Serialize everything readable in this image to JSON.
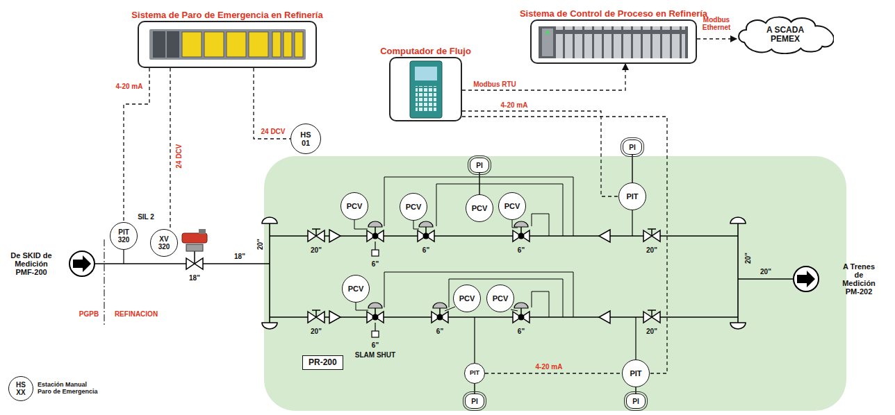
{
  "diagram": {
    "nodes": [
      {
        "text": [
          "Sistema de Paro de Emergencia en Refinería"
        ]
      },
      {
        "text": [
          "Sistema de Control de Proceso en Refinería"
        ]
      },
      {
        "text": [
          "Computador de Flujo"
        ]
      },
      {
        "text": [
          "A SCADA PEMEX"
        ]
      },
      {
        "text": [
          "HS 01"
        ]
      },
      {
        "text": [
          "PIT 320"
        ]
      },
      {
        "text": [
          "XV 320"
        ]
      },
      {
        "text": [
          "PR-200"
        ]
      },
      {
        "text": [
          "PCV"
        ],
        "in": 7
      },
      {
        "text": [
          "PCV"
        ],
        "in": 7
      },
      {
        "text": [
          "PCV"
        ],
        "in": 7
      },
      {
        "text": [
          "PCV"
        ],
        "in": 7
      },
      {
        "text": [
          "PI"
        ],
        "in": 7
      },
      {
        "text": [
          "PI"
        ]
      },
      {
        "text": [
          "PIT"
        ],
        "in": 7
      },
      {
        "text": [
          "PCV"
        ],
        "in": 7
      },
      {
        "text": [
          "PCV"
        ],
        "in": 7
      },
      {
        "text": [
          "PCV"
        ],
        "in": 7
      },
      {
        "text": [
          "PIT"
        ],
        "in": 7
      },
      {
        "text": [
          "PI"
        ],
        "in": 7
      },
      {
        "text": [
          "PIT"
        ],
        "in": 7
      },
      {
        "text": [
          "PI"
        ],
        "in": 7
      },
      {
        "text": [
          "HS XX"
        ]
      }
    ],
    "edges": [
      {
        "from": 0,
        "to": 5,
        "arrow": "none",
        "label": "4-20 mA"
      },
      {
        "from": 0,
        "to": 6,
        "arrow": "none",
        "label": "24 DCV"
      },
      {
        "from": 0,
        "to": 4,
        "arrow": "none",
        "label": "24 DCV"
      },
      {
        "from": 2,
        "to": 1,
        "arrow": "to",
        "label": "Modbus RTU"
      },
      {
        "from": 1,
        "to": 3,
        "arrow": "to",
        "label": "Modbus Ethernet"
      },
      {
        "from": 2,
        "to": 14,
        "arrow": "none",
        "label": "4-20 mA"
      },
      {
        "from": 2,
        "to": 20,
        "arrow": "none"
      },
      {
        "from": 18,
        "to": 20,
        "arrow": "none",
        "label": "4-20 mA"
      },
      {
        "from": 14,
        "to": 13,
        "arrow": "none"
      },
      {
        "from": 18,
        "to": 19,
        "arrow": "none"
      },
      {
        "from": 20,
        "to": 21,
        "arrow": "none"
      },
      {
        "from": 10,
        "to": 12,
        "arrow": "none"
      }
    ],
    "labels": [
      "De SKID de Medición PMF-200",
      "A Trenes de Medición PM-202",
      "PGPB",
      "REFINACION",
      "SIL 2",
      "18\"",
      "18\"",
      "20\"",
      "20\"",
      "20\"",
      "6\"",
      "6\"",
      "6\"",
      "6\"",
      "SLAM SHUT",
      "6\"",
      "6\"",
      "20\"",
      "20\"",
      "20\"",
      "20\"",
      "Estación Manual Paro de Emergencia"
    ]
  }
}
